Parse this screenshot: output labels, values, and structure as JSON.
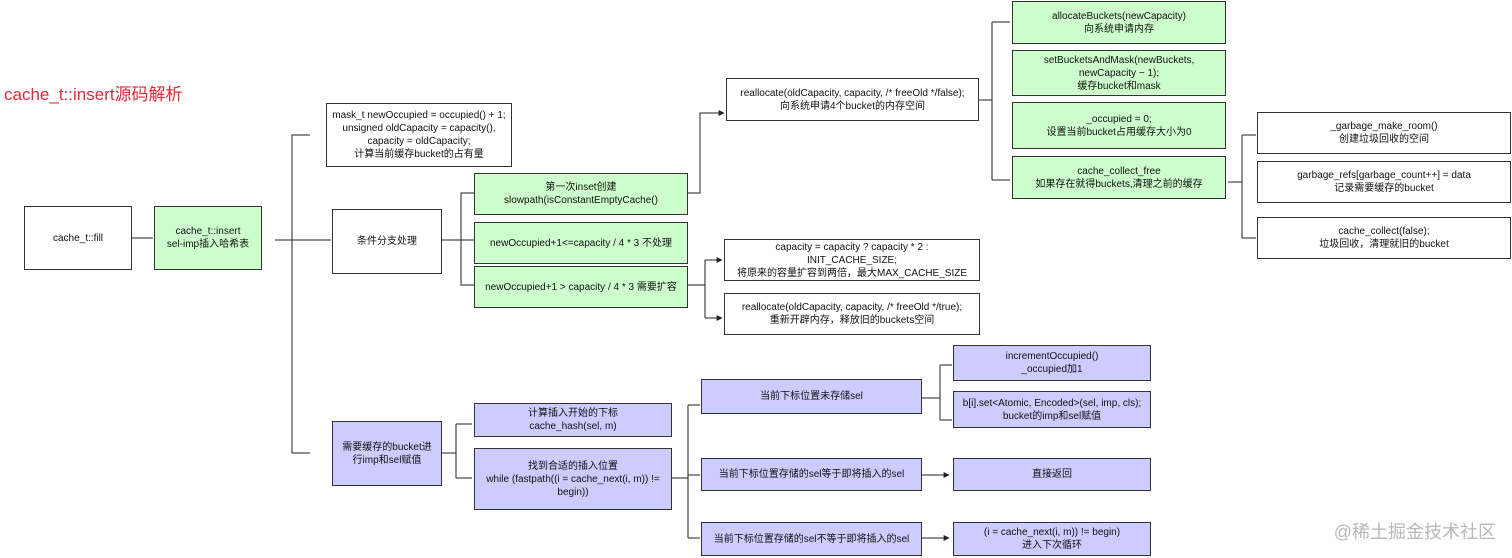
{
  "title": "cache_t::insert源码解析",
  "watermark": "@稀土掘金技术社区",
  "nodes": {
    "fill": "cache_t::fill",
    "insert": "cache_t::insert\nsel-imp插入哈希表",
    "mask": "mask_t newOccupied = occupied() + 1;\nunsigned oldCapacity = capacity(),\ncapacity = oldCapacity;\n计算当前缓存bucket的占有量",
    "branch": "条件分支处理",
    "need_cache": "需要缓存的bucket进\n行imp和sel赋值",
    "first_insert": "第一次inset创建\nslowpath(isConstantEmptyCache()",
    "no_handle": "newOccupied+1<=capacity / 4 * 3 不处理",
    "need_expand": "newOccupied+1 > capacity / 4 * 3 需要扩容",
    "realloc_false": "reallocate(oldCapacity, capacity, /* freeOld */false);\n向系统申请4个bucket的内存空间",
    "capacity_calc": "capacity = capacity ? capacity * 2 :\nINIT_CACHE_SIZE;\n将原来的容量扩容到两倍，最大MAX_CACHE_SIZE",
    "realloc_true": "reallocate(oldCapacity, capacity, /* freeOld */true);\n重新开辟内存，释放旧的buckets空间",
    "allocate": "allocateBuckets(newCapacity)\n向系统申请内存",
    "setbuckets": "setBucketsAndMask(newBuckets,\nnewCapacity − 1);\n缓存bucket和mask",
    "occupied_zero": "_occupied = 0;\n设置当前bucket占用缓存大小为0",
    "collect_free": "cache_collect_free\n如果存在就得buckets,清理之前的缓存",
    "garbage_room": "_garbage_make_room()\n创建垃圾回收的空间",
    "garbage_refs": "garbage_refs[garbage_count++] = data\n记录需要缓存的bucket",
    "cache_collect": "cache_collect(false);\n垃圾回收，清理就旧的bucket",
    "hash_start": "计算插入开始的下标\ncache_hash(sel, m)",
    "find_pos": "找到合适的插入位置\nwhile (fastpath((i = cache_next(i, m)) !=\nbegin))",
    "not_stored": "当前下标位置未存储sel",
    "equal_sel": "当前下标位置存储的sel等于即将插入的sel",
    "not_equal_sel": "当前下标位置存储的sel不等于即将插入的sel",
    "increment": "incrementOccupied()\n_occupied加1",
    "bucket_set": "b[i].set<Atomic, Encoded>(sel, imp, cls);\nbucket的imp和sel赋值",
    "return_direct": "直接返回",
    "next_loop": "(i = cache_next(i, m)) != begin)\n进入下次循环"
  }
}
